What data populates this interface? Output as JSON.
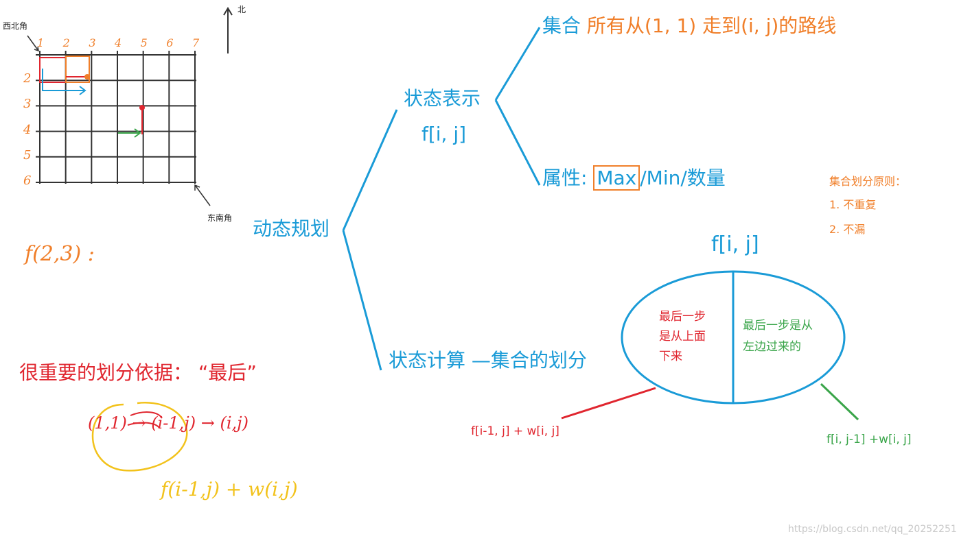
{
  "grid": {
    "label_northwest": "西北角",
    "label_southeast": "东南角",
    "label_north": "北",
    "col_numbers": [
      "1",
      "2",
      "3",
      "4",
      "5",
      "6",
      "7"
    ],
    "row_numbers": [
      "2",
      "3",
      "4",
      "5",
      "6"
    ]
  },
  "handwriting": {
    "f_example": "f(2,3) :",
    "path_expr": "(1,1) → (i-1,j) → (i,j)",
    "formula": "f(i-1,j) + w(i,j)"
  },
  "mindmap": {
    "root": "动态规划",
    "state_repr": "状态表示",
    "state_func": "f[i, j]",
    "set_label": "集合",
    "set_desc": "所有从(1, 1) 走到(i, j)的路线",
    "attr_label": "属性:",
    "attr_max": "Max",
    "attr_rest": "/Min/数量",
    "state_calc": "状态计算 —集合的划分"
  },
  "principles": {
    "title": "集合划分原则：",
    "item1": "1. 不重复",
    "item2": "2. 不漏"
  },
  "important": "很重要的划分依据：  “最后”",
  "partition": {
    "title": "f[i, j]",
    "left_text": [
      "最后一步",
      "是从上面",
      "下来"
    ],
    "right_text": [
      "最后一步是从",
      "左边过来的"
    ],
    "left_formula": "f[i-1, j] + w[i, j]",
    "right_formula": "f[i, j-1]  +w[i, j]"
  },
  "watermark": "https://blog.csdn.net/qq_20252251",
  "colors": {
    "blue": "#1a9bd7",
    "orange": "#f07f2a",
    "red": "#e0262f",
    "green": "#3aa54a",
    "yellow": "#f2c21b"
  }
}
